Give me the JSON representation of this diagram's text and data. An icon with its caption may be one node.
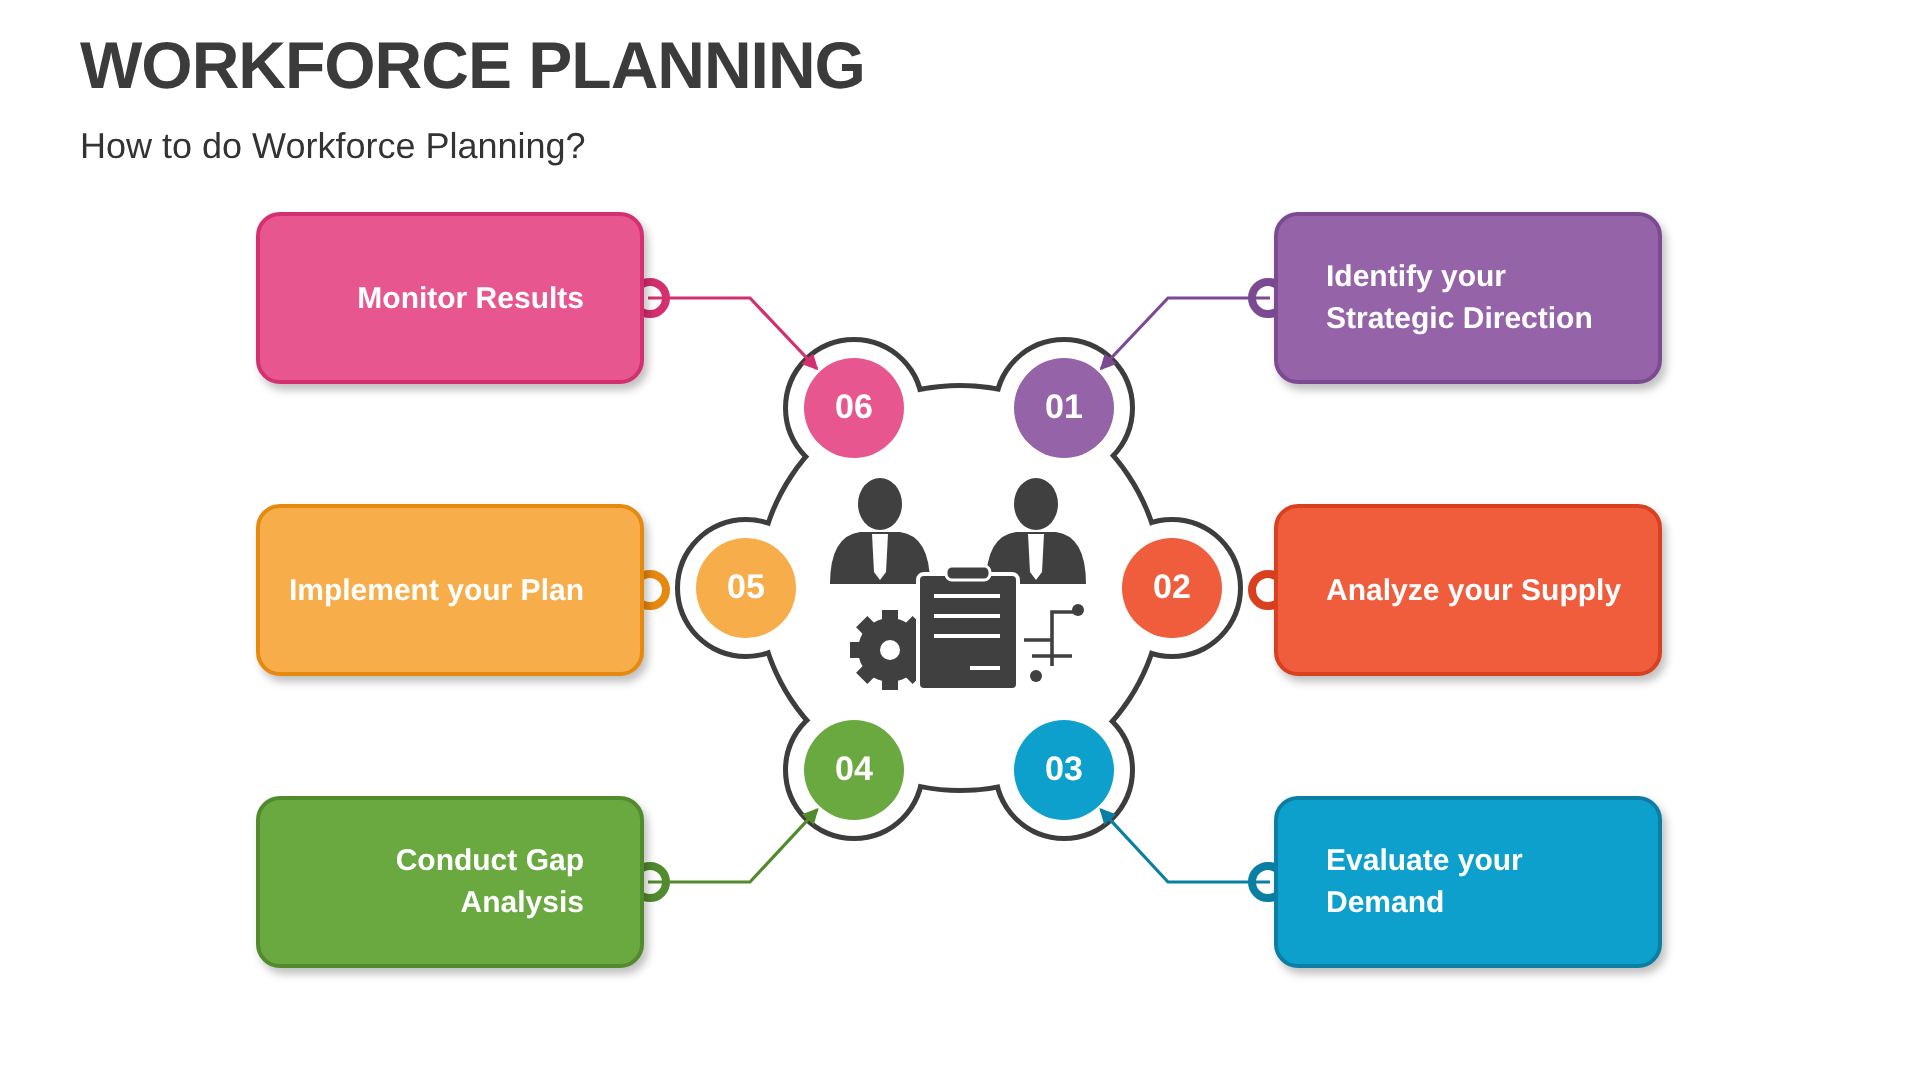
{
  "diagram": {
    "title": "WORKFORCE PLANNING",
    "caption": "How to do Workforce Planning?",
    "nodes": [
      {
        "text": [
          "Monitor Results"
        ]
      },
      {
        "text": [
          "Identify your Strategic Direction"
        ]
      },
      {
        "text": [
          "06"
        ]
      },
      {
        "text": [
          "01"
        ]
      },
      {
        "text": [
          "Implement your Plan"
        ]
      },
      {
        "text": [
          "05"
        ]
      },
      {
        "text": [
          "02"
        ]
      },
      {
        "text": [
          "Analyze your Supply"
        ]
      },
      {
        "text": [
          "04"
        ]
      },
      {
        "text": [
          "03"
        ]
      },
      {
        "text": [
          "Conduct Gap Analysis"
        ]
      },
      {
        "text": [
          "Evaluate your Demand"
        ]
      }
    ],
    "edges": [
      {
        "from": 0,
        "to": 2,
        "arrow": "to",
        "color": "#d4306f"
      },
      {
        "from": 1,
        "to": 3,
        "arrow": "to",
        "color": "#7b4a93"
      },
      {
        "from": 10,
        "to": 8,
        "arrow": "to",
        "color": "#528a2e"
      },
      {
        "from": 11,
        "to": 9,
        "arrow": "to",
        "color": "#0a7fa3"
      }
    ]
  }
}
